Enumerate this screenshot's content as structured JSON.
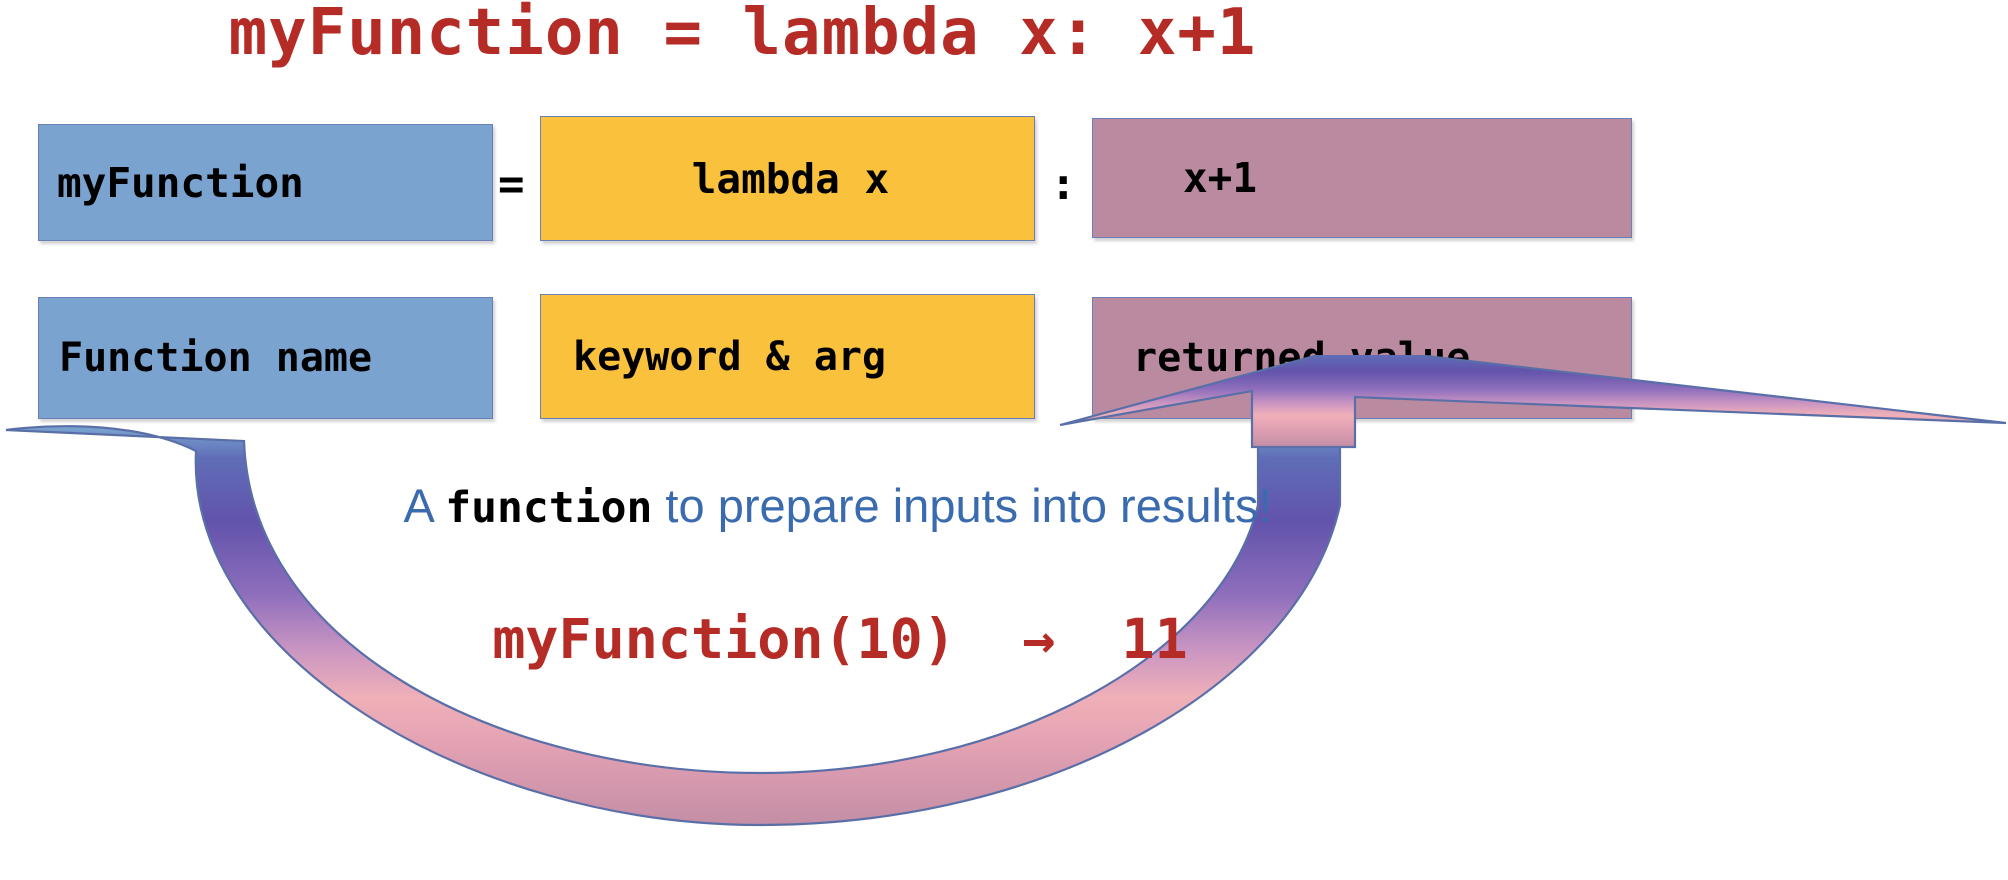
{
  "title": "myFunction = lambda x: x+1",
  "colors": {
    "title_red": "#B52B25",
    "box_blue": "#7BA3D0",
    "box_amber": "#FAC13C",
    "box_mauve": "#BA8AA0",
    "caption_blue": "#3B6BAF",
    "arrow_top": "#5B6BB5",
    "arrow_mid": "#7B63B0",
    "arrow_bottom": "#F0AFB8",
    "arrow_head_top": "#6C9BCB",
    "arrow_outline": "#5A6FA8"
  },
  "row1": {
    "name_box": "myFunction",
    "separator_equals": "=",
    "lambda_box": "lambda x",
    "separator_colon": ":",
    "value_box": "x+1"
  },
  "row2": {
    "name_label": "Function name",
    "keyword_label": "keyword & arg",
    "value_label": "returned value"
  },
  "caption": {
    "before": "A ",
    "mono_word": "function",
    "after": " to prepare inputs into results!"
  },
  "call": {
    "expression": "myFunction(10)",
    "arrow_glyph": "→",
    "result": "11",
    "full": "myFunction(10)  →  11"
  },
  "arrow": {
    "name": "curved-uturn-arrow",
    "direction": "counter-clockwise-up-right"
  }
}
